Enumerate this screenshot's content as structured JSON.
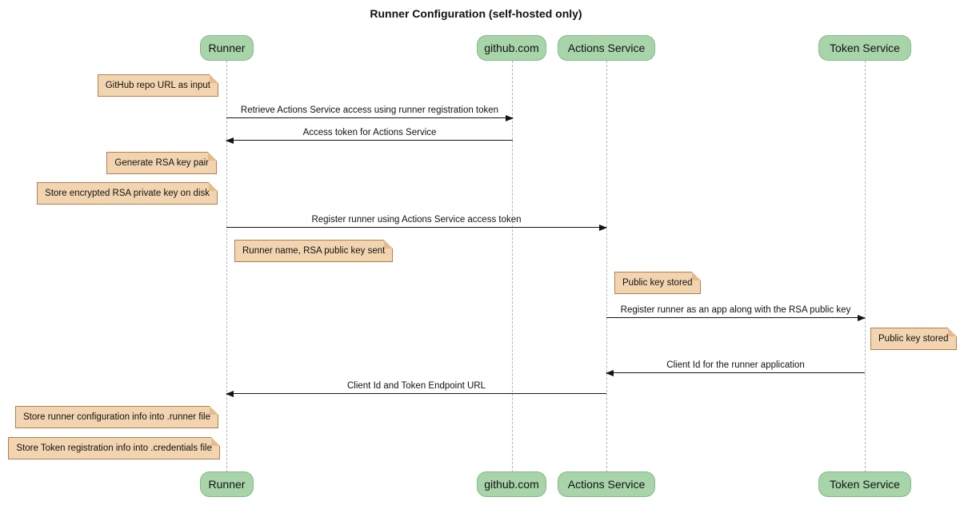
{
  "title": "Runner Configuration (self-hosted only)",
  "diagram_type": "sequence",
  "participants": [
    {
      "id": "runner",
      "label": "Runner"
    },
    {
      "id": "github",
      "label": "github.com"
    },
    {
      "id": "actions-service",
      "label": "Actions Service"
    },
    {
      "id": "token-service",
      "label": "Token Service"
    }
  ],
  "messages": [
    {
      "from": "Runner",
      "to": "github.com",
      "direction": "right",
      "label": "Retrieve Actions Service access using runner registration token"
    },
    {
      "from": "github.com",
      "to": "Runner",
      "direction": "left",
      "label": "Access token for Actions Service"
    },
    {
      "from": "Runner",
      "to": "Actions Service",
      "direction": "right",
      "label": "Register runner using Actions Service access token"
    },
    {
      "from": "Actions Service",
      "to": "Token Service",
      "direction": "right",
      "label": "Register runner as an app along with the RSA public key"
    },
    {
      "from": "Token Service",
      "to": "Actions Service",
      "direction": "left",
      "label": "Client Id for the runner application"
    },
    {
      "from": "Actions Service",
      "to": "Runner",
      "direction": "left",
      "label": "Client Id and Token Endpoint URL"
    }
  ],
  "notes": [
    {
      "attached_to": "Runner",
      "side": "left",
      "text": "GitHub repo URL as input"
    },
    {
      "attached_to": "Runner",
      "side": "left",
      "text": "Generate RSA key pair"
    },
    {
      "attached_to": "Runner",
      "side": "left",
      "text": "Store encrypted RSA private key on disk"
    },
    {
      "attached_to": "Runner",
      "side": "right",
      "text": "Runner name, RSA public key sent"
    },
    {
      "attached_to": "Actions Service",
      "side": "right",
      "text": "Public key stored"
    },
    {
      "attached_to": "Token Service",
      "side": "right",
      "text": "Public key stored"
    },
    {
      "attached_to": "Runner",
      "side": "left",
      "text": "Store runner configuration info into .runner file"
    },
    {
      "attached_to": "Runner",
      "side": "left",
      "text": "Store Token registration info into .credentials file"
    }
  ],
  "colors": {
    "participant_fill": "#a8d4aa",
    "participant_border": "#86b989",
    "note_fill": "#f2d5b0",
    "note_border": "#b0804e",
    "lifeline": "#b3b3b3",
    "arrow": "#141414",
    "background": "#ffffff",
    "text": "#111111"
  }
}
